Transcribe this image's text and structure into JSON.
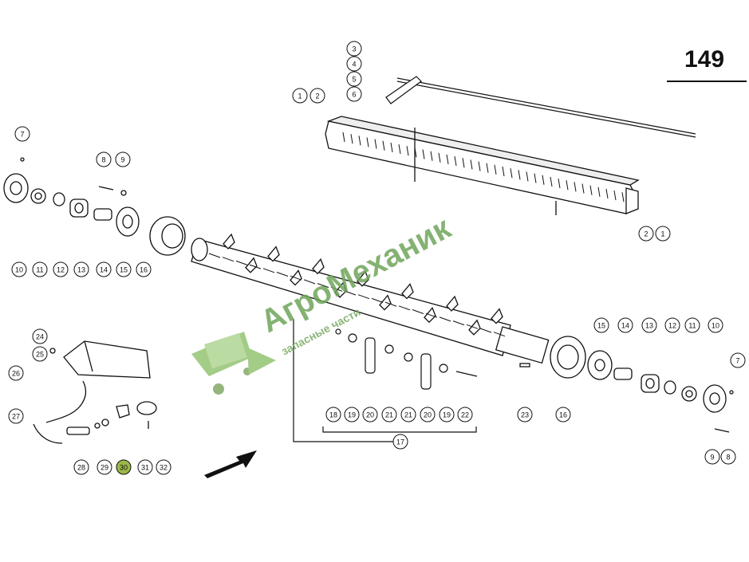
{
  "page_number": "149",
  "watermark": {
    "brand": "АгроМеханик",
    "subtitle": "запасные части"
  },
  "colors": {
    "watermark": "#6fa55a",
    "highlight": "#9cb84a",
    "ink": "#111111"
  },
  "callouts": {
    "top": [
      "1",
      "2",
      "3",
      "4",
      "5",
      "6",
      "2",
      "1"
    ],
    "left_upper": [
      "7",
      "8",
      "9",
      "10",
      "11",
      "12",
      "13",
      "14",
      "15",
      "16"
    ],
    "left_lower": [
      "24",
      "25",
      "26",
      "27",
      "28",
      "29",
      "30",
      "31",
      "32"
    ],
    "middle": [
      "18",
      "19",
      "20",
      "21",
      "21",
      "20",
      "19",
      "22",
      "17",
      "23",
      "16"
    ],
    "right": [
      "15",
      "14",
      "13",
      "12",
      "11",
      "10",
      "7",
      "9",
      "8"
    ]
  },
  "highlighted_part": "30"
}
